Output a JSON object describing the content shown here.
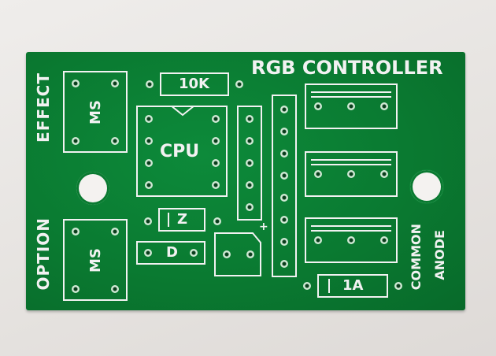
{
  "board": {
    "title": "RGB CONTROLLER",
    "labels": {
      "effect": "EFFECT",
      "option": "OPTION",
      "ms_top": "MS",
      "ms_bottom": "MS",
      "resistor": "10K",
      "cpu": "CPU",
      "zener": "Z",
      "diode": "D",
      "fuse": "1A",
      "plus": "+",
      "common": "COMMON",
      "anode": "ANODE"
    },
    "colors": {
      "pcb": "#0a7a31",
      "silkscreen": "#f2f2f2",
      "background": "#e6e3e0"
    }
  }
}
